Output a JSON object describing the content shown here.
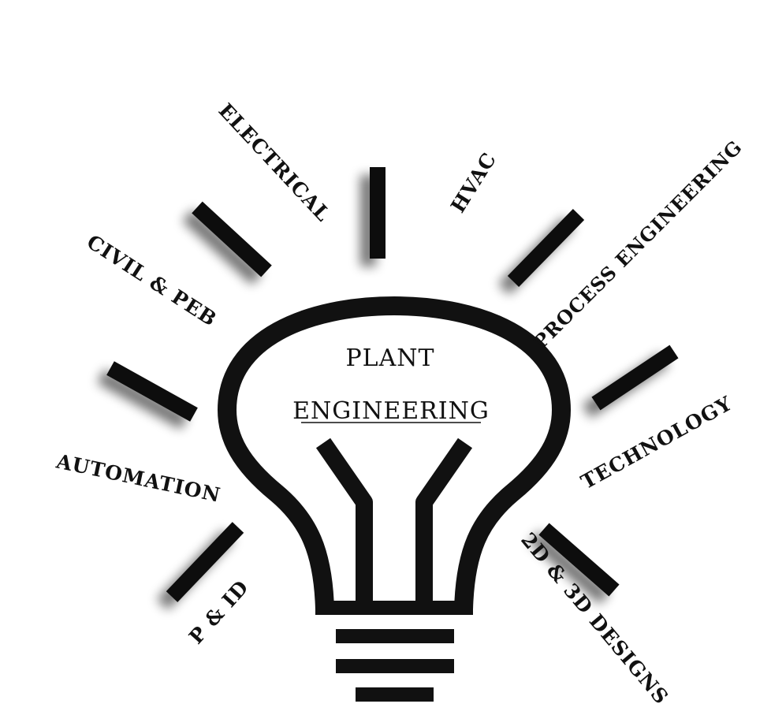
{
  "center": {
    "line1": "PLANT",
    "line2": "ENGINEERING"
  },
  "labels": {
    "electrical": "ELECTRICAL",
    "hvac": "HVAC",
    "process": "PROCESS ENGINEERING",
    "civil": "CIVIL & PEB",
    "technology": "TECHNOLOGY",
    "automation": "AUTOMATION",
    "pid": "P & ID",
    "designs": "2D & 3D DESIGNS"
  },
  "colors": {
    "ink": "#111111",
    "background": "#ffffff"
  }
}
